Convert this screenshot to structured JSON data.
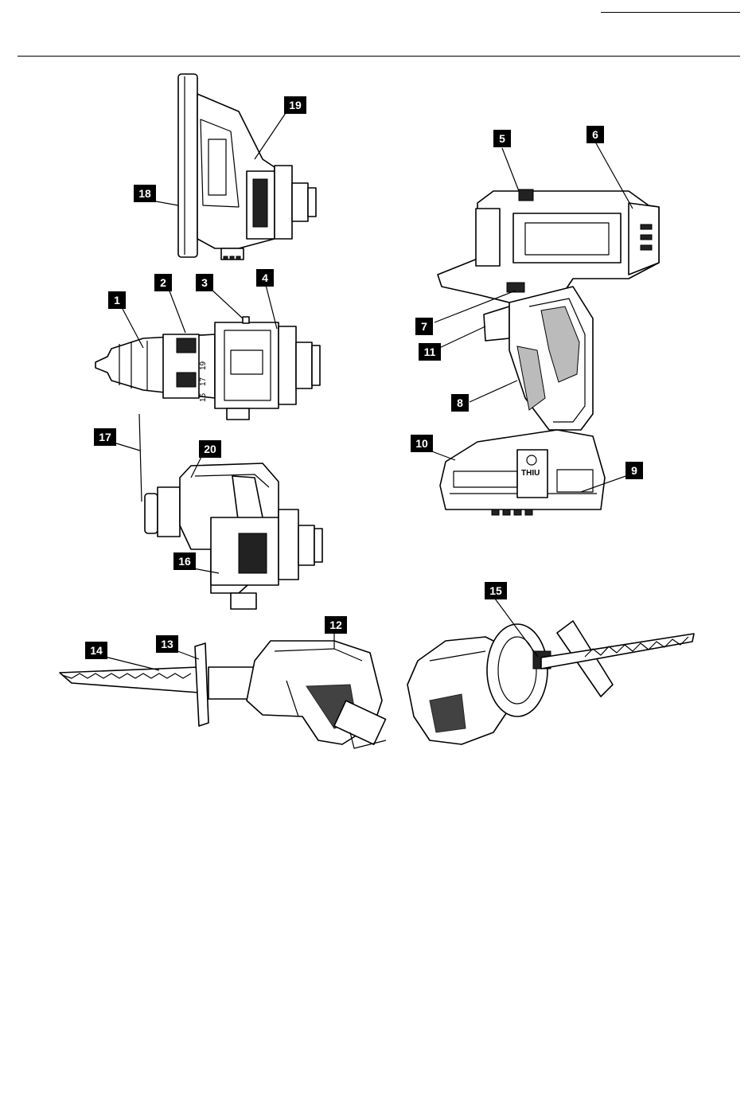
{
  "callouts": [
    {
      "id": "c1",
      "label": "1"
    },
    {
      "id": "c2",
      "label": "2"
    },
    {
      "id": "c3",
      "label": "3"
    },
    {
      "id": "c4",
      "label": "4"
    },
    {
      "id": "c5",
      "label": "5"
    },
    {
      "id": "c6",
      "label": "6"
    },
    {
      "id": "c7",
      "label": "7"
    },
    {
      "id": "c8",
      "label": "8"
    },
    {
      "id": "c9",
      "label": "9"
    },
    {
      "id": "c10",
      "label": "10"
    },
    {
      "id": "c11",
      "label": "11"
    },
    {
      "id": "c12",
      "label": "12"
    },
    {
      "id": "c13",
      "label": "13"
    },
    {
      "id": "c14",
      "label": "14"
    },
    {
      "id": "c15",
      "label": "15"
    },
    {
      "id": "c16",
      "label": "16"
    },
    {
      "id": "c17",
      "label": "17"
    },
    {
      "id": "c18",
      "label": "18"
    },
    {
      "id": "c19",
      "label": "19"
    },
    {
      "id": "c20",
      "label": "20"
    }
  ],
  "drill_head": {
    "torque_marks": [
      "15",
      "17",
      "19"
    ]
  },
  "battery": {
    "brand_mark": "THIU"
  }
}
